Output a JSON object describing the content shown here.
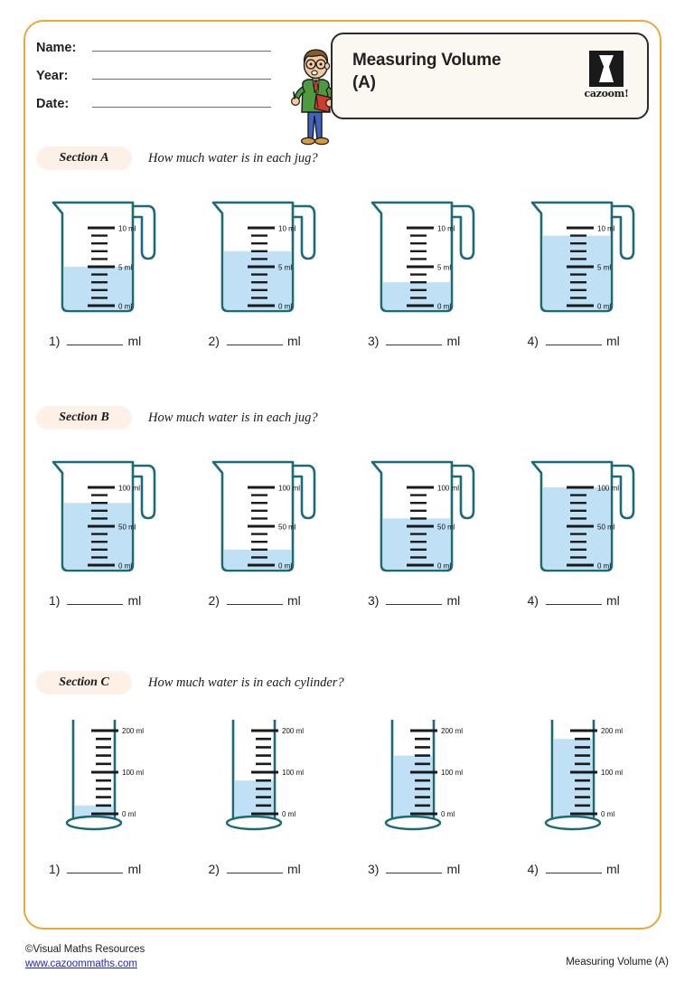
{
  "document": {
    "title": "Measuring Volume (A)",
    "title_line1": "Measuring Volume",
    "title_line2": "(A)",
    "logo_word": "cazoom!",
    "border_color": "#e8a93a"
  },
  "header": {
    "fields": [
      {
        "label": "Name:"
      },
      {
        "label": "Year:"
      },
      {
        "label": "Date:"
      }
    ],
    "mascot_name": "cartoon-teacher-illustration"
  },
  "sections": [
    {
      "id": "A",
      "chip_label": "Section A",
      "prompt": "How much water is in each jug?",
      "vessel_type": "jug",
      "scale": {
        "min": 0,
        "max": 10,
        "unit": "ml",
        "major_labels": [
          "0 ml",
          "5 ml",
          "10 ml"
        ],
        "major_values": [
          0,
          5,
          10
        ],
        "minor_step": 1
      },
      "items": [
        {
          "number": "1)",
          "fill_value": 5,
          "unit": "ml"
        },
        {
          "number": "2)",
          "fill_value": 7,
          "unit": "ml"
        },
        {
          "number": "3)",
          "fill_value": 3,
          "unit": "ml"
        },
        {
          "number": "4)",
          "fill_value": 9,
          "unit": "ml"
        }
      ]
    },
    {
      "id": "B",
      "chip_label": "Section B",
      "prompt": "How much water is in each jug?",
      "vessel_type": "jug",
      "scale": {
        "min": 0,
        "max": 100,
        "unit": "ml",
        "major_labels": [
          "0 ml",
          "50 ml",
          "100 ml"
        ],
        "major_values": [
          0,
          50,
          100
        ],
        "minor_step": 10
      },
      "items": [
        {
          "number": "1)",
          "fill_value": 80,
          "unit": "ml"
        },
        {
          "number": "2)",
          "fill_value": 20,
          "unit": "ml"
        },
        {
          "number": "3)",
          "fill_value": 60,
          "unit": "ml"
        },
        {
          "number": "4)",
          "fill_value": 100,
          "unit": "ml"
        }
      ]
    },
    {
      "id": "C",
      "chip_label": "Section C",
      "prompt": "How much water is in each cylinder?",
      "vessel_type": "cylinder",
      "scale": {
        "min": 0,
        "max": 200,
        "unit": "ml",
        "major_labels": [
          "0 ml",
          "100 ml",
          "200 ml"
        ],
        "major_values": [
          0,
          100,
          200
        ],
        "minor_step": 20
      },
      "items": [
        {
          "number": "1)",
          "fill_value": 20,
          "unit": "ml"
        },
        {
          "number": "2)",
          "fill_value": 80,
          "unit": "ml"
        },
        {
          "number": "3)",
          "fill_value": 140,
          "unit": "ml"
        },
        {
          "number": "4)",
          "fill_value": 180,
          "unit": "ml"
        }
      ]
    }
  ],
  "answer_unit": "ml",
  "footer": {
    "copyright": "©Visual Maths Resources",
    "website": "www.cazoommaths.com",
    "right_label": "Measuring Volume (A)"
  },
  "colors": {
    "vessel_outline": "#1b6a78",
    "water_fill": "#bfe0f5",
    "tick": "#1a1a1a",
    "chip_bg": "#fdf1e7",
    "border": "#e8a93a",
    "link": "#2222cc"
  }
}
